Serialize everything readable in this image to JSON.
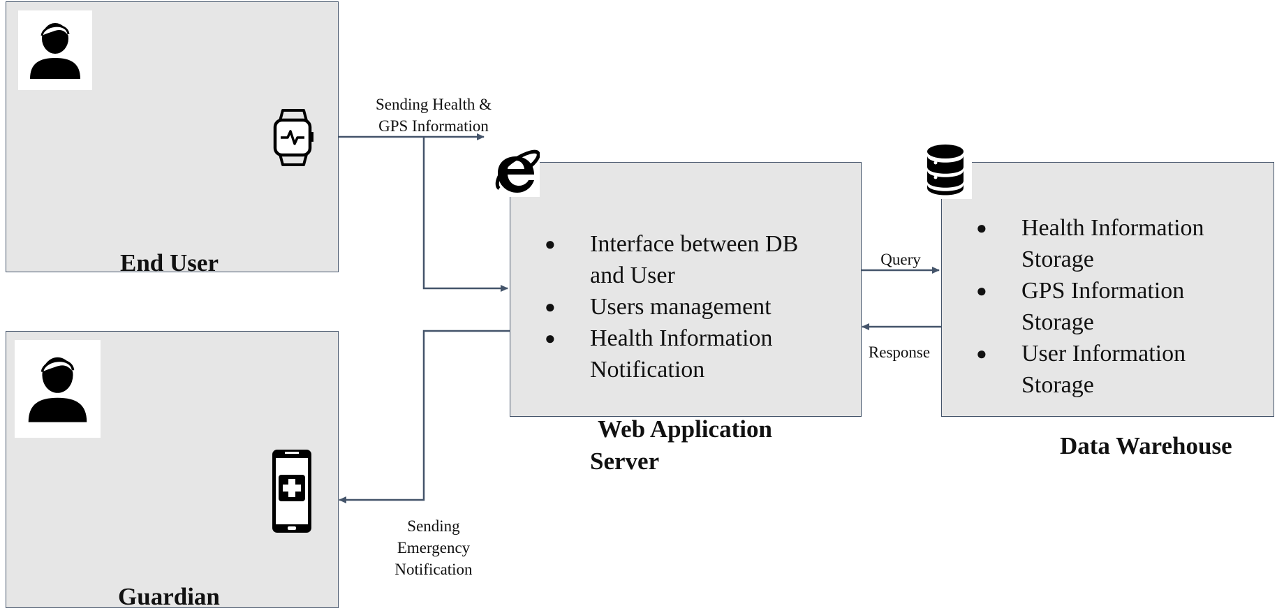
{
  "end_user": {
    "title": "End User"
  },
  "guardian": {
    "title": "Guardian"
  },
  "web_server": {
    "title_line1": "Web Application",
    "title_line2": "Server",
    "items": [
      [
        "Interface between DB",
        "and User"
      ],
      [
        "Users management"
      ],
      [
        "Health Information",
        "Notification"
      ]
    ]
  },
  "data_warehouse": {
    "title": "Data Warehouse",
    "items": [
      [
        "Health Information",
        "Storage"
      ],
      [
        "GPS Information",
        "Storage"
      ],
      [
        "User Information",
        "Storage"
      ]
    ]
  },
  "edges": {
    "sending_health_line1": "Sending Health &",
    "sending_health_line2": "GPS Information",
    "query": "Query",
    "response": "Response",
    "emergency_line1": "Sending",
    "emergency_line2": "Emergency",
    "emergency_line3": "Notification"
  },
  "bullet_char": "●",
  "colors": {
    "box_fill": "#e6e6e6",
    "line": "#44546a"
  },
  "icons": [
    "person-icon",
    "smartwatch-icon",
    "internet-explorer-icon",
    "database-icon",
    "medical-phone-icon"
  ]
}
